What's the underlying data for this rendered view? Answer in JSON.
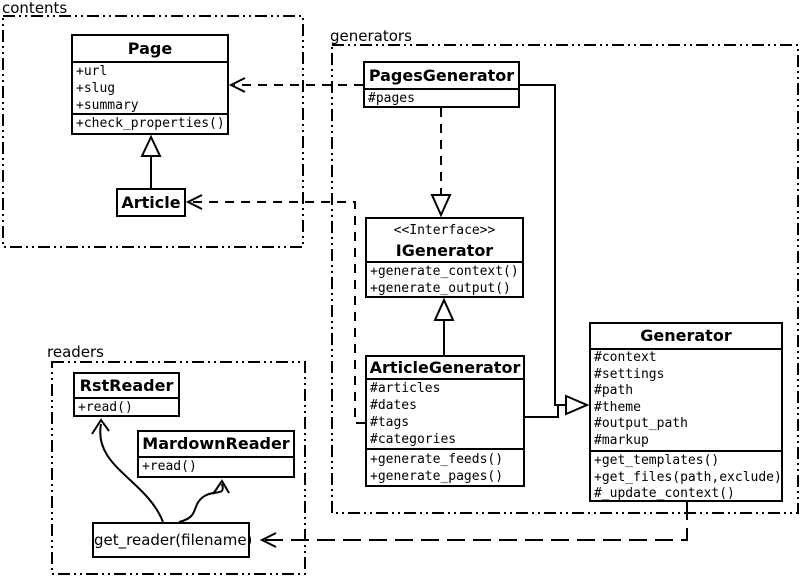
{
  "packages": {
    "contents": {
      "label": "contents"
    },
    "generators": {
      "label": "generators"
    },
    "readers": {
      "label": "readers"
    }
  },
  "classes": {
    "page": {
      "title": "Page",
      "attributes": [
        "+url",
        "+slug",
        "+summary"
      ],
      "methods": [
        "+check_properties()"
      ]
    },
    "article": {
      "title": "Article"
    },
    "pages_generator": {
      "title": "PagesGenerator",
      "attributes": [
        "#pages"
      ]
    },
    "igenerator": {
      "stereotype": "<<Interface>>",
      "title": "IGenerator",
      "methods": [
        "+generate_context()",
        "+generate_output()"
      ]
    },
    "article_generator": {
      "title": "ArticleGenerator",
      "attributes": [
        "#articles",
        "#dates",
        "#tags",
        "#categories"
      ],
      "methods": [
        "+generate_feeds()",
        "+generate_pages()"
      ]
    },
    "generator": {
      "title": "Generator",
      "attributes": [
        "#context",
        "#settings",
        "#path",
        "#theme",
        "#output_path",
        "#markup"
      ],
      "methods": [
        "+get_templates()",
        "+get_files(path,exclude)",
        "#_update_context()"
      ]
    },
    "rst_reader": {
      "title": "RstReader",
      "methods": [
        "+read()"
      ]
    },
    "mardown_reader": {
      "title": "MardownReader",
      "methods": [
        "+read()"
      ]
    },
    "get_reader": {
      "label": "get_reader(filename)"
    }
  },
  "relations": [
    {
      "from": "PagesGenerator",
      "to": "Page",
      "type": "dependency"
    },
    {
      "from": "ArticleGenerator",
      "to": "Article",
      "type": "dependency"
    },
    {
      "from": "PagesGenerator",
      "to": "IGenerator",
      "type": "realization"
    },
    {
      "from": "ArticleGenerator",
      "to": "IGenerator",
      "type": "generalization"
    },
    {
      "from": "Article",
      "to": "Page",
      "type": "generalization"
    },
    {
      "from": "PagesGenerator",
      "to": "Generator",
      "type": "generalization"
    },
    {
      "from": "ArticleGenerator",
      "to": "Generator",
      "type": "generalization"
    },
    {
      "from": "Generator",
      "to": "get_reader(filename)",
      "type": "dependency"
    },
    {
      "from": "get_reader(filename)",
      "to": "RstReader",
      "type": "call"
    },
    {
      "from": "get_reader(filename)",
      "to": "MardownReader",
      "type": "call"
    }
  ],
  "colors": {
    "line": "#000000",
    "background": "#ffffff",
    "box_fill": "#ffffff"
  }
}
